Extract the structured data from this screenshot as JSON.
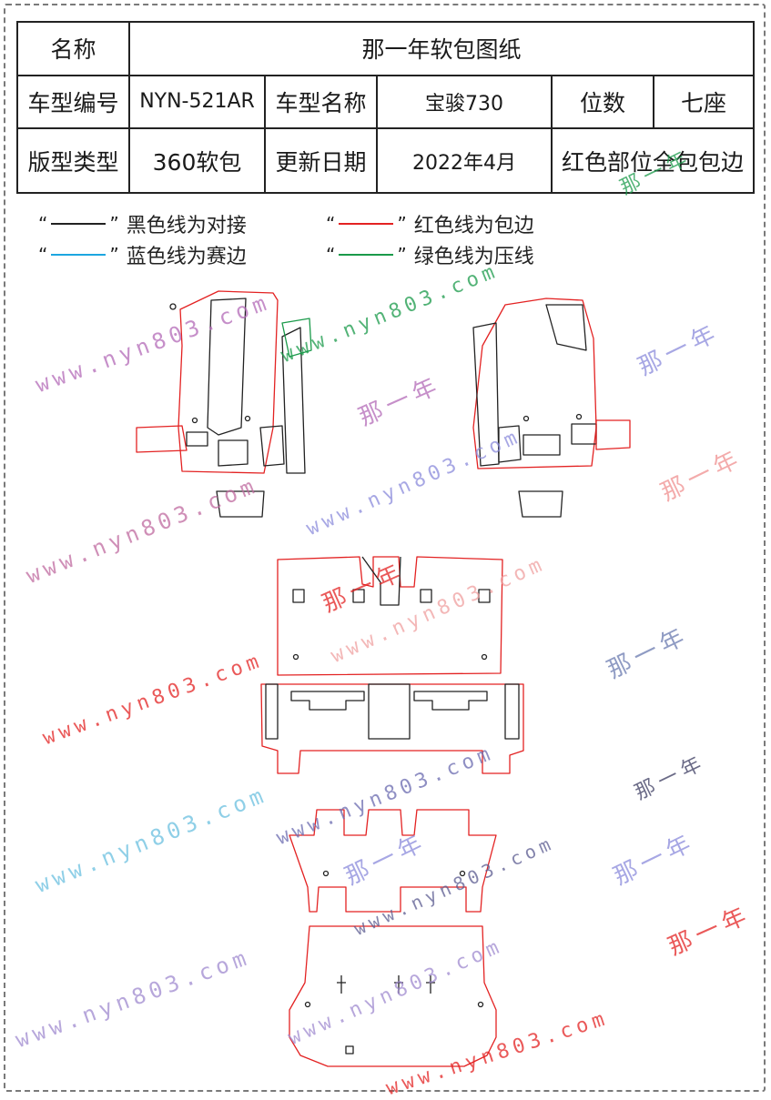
{
  "table": {
    "name_label": "名称",
    "title": "那一年软包图纸",
    "model_code_label": "车型编号",
    "model_code": "NYN-521AR",
    "model_name_label": "车型名称",
    "model_name": "宝骏730",
    "seats_label": "位数",
    "seats": "七座",
    "type_label": "版型类型",
    "type": "360软包",
    "update_label": "更新日期",
    "update": "2022年4月",
    "note": "红色部位全包包边"
  },
  "legend": {
    "black": "黑色线为对接",
    "red": "红色线为包边",
    "blue": "蓝色线为赛边",
    "green": "绿色线为压线",
    "quote_open": "“",
    "quote_close": "”"
  },
  "colors": {
    "black": "#222222",
    "red": "#e32222",
    "blue": "#1ca6e0",
    "green": "#1a9a4a"
  },
  "watermarks": {
    "url": "www.nyn803.com",
    "brand": "那一年"
  }
}
